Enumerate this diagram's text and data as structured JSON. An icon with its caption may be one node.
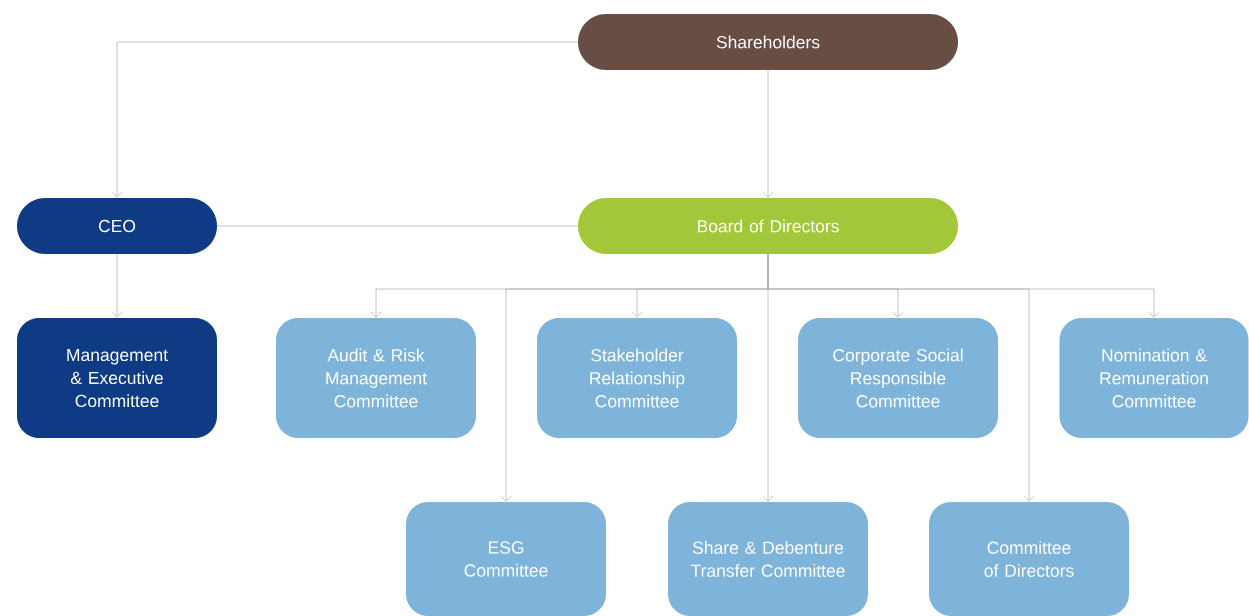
{
  "diagram": {
    "nodes": [
      {
        "text": [
          "Shareholders"
        ]
      },
      {
        "text": [
          "CEO"
        ]
      },
      {
        "text": [
          "Board of Directors"
        ]
      },
      {
        "text": [
          "Management & Executive Committee"
        ]
      },
      {
        "text": [
          "Audit & Risk Management Committee"
        ]
      },
      {
        "text": [
          "Stakeholder Relationship Committee"
        ]
      },
      {
        "text": [
          "Corporate Social Responsible Committee"
        ]
      },
      {
        "text": [
          "Nomination & Remuneration Committee"
        ]
      },
      {
        "text": [
          "ESG Committee"
        ]
      },
      {
        "text": [
          "Share & Debenture Transfer Committee"
        ]
      },
      {
        "text": [
          "Committee of Directors"
        ]
      }
    ],
    "edges": [
      {
        "from": 0,
        "to": 1,
        "arrow": "to"
      },
      {
        "from": 0,
        "to": 2,
        "arrow": "to"
      },
      {
        "from": 1,
        "to": 2,
        "arrow": "none"
      },
      {
        "from": 1,
        "to": 3,
        "arrow": "to"
      },
      {
        "from": 2,
        "to": 4,
        "arrow": "to"
      },
      {
        "from": 2,
        "to": 8,
        "arrow": "to"
      },
      {
        "from": 2,
        "to": 5,
        "arrow": "to"
      },
      {
        "from": 2,
        "to": 9,
        "arrow": "to"
      },
      {
        "from": 2,
        "to": 6,
        "arrow": "to"
      },
      {
        "from": 2,
        "to": 10,
        "arrow": "to"
      },
      {
        "from": 2,
        "to": 7,
        "arrow": "to"
      }
    ]
  }
}
